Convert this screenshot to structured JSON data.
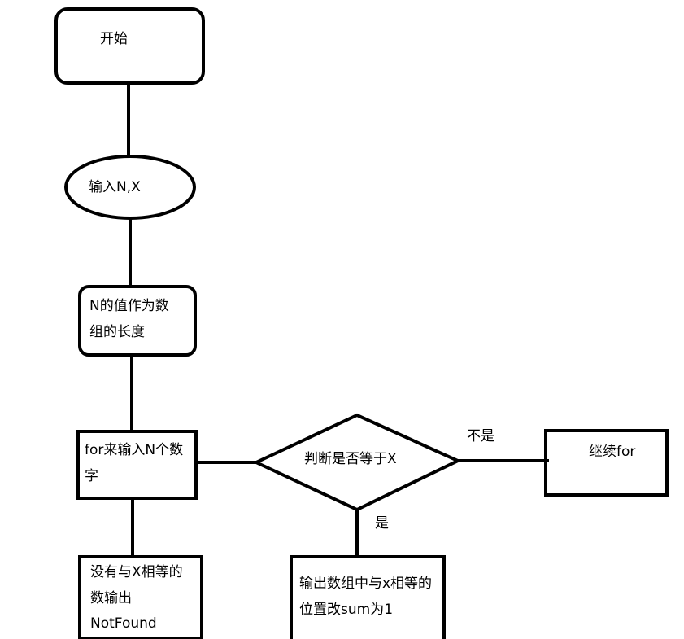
{
  "nodes": {
    "start": {
      "text": "开始"
    },
    "input": {
      "text": "输入N,X"
    },
    "init_array": {
      "line1": "N的值作为数",
      "line2": "组的长度"
    },
    "loop_input": {
      "line1": "for来输入N个数",
      "line2": "字"
    },
    "decision": {
      "text": "判断是否等于X"
    },
    "continue_for": {
      "text": "继续for"
    },
    "not_found": {
      "line1": "没有与X相等的",
      "line2": "数输出",
      "line3": "NotFound"
    },
    "output_position": {
      "line1": "输出数组中与x相等的",
      "line2": "位置改sum为1"
    }
  },
  "edges": {
    "no_label": "不是",
    "yes_label": "是"
  }
}
